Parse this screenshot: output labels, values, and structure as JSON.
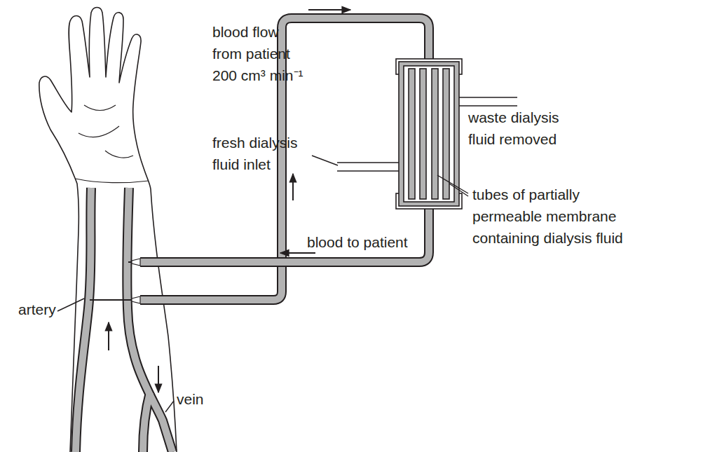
{
  "diagram": {
    "labels": [
      "blood flow from patient",
      "200 cm³ min⁻¹",
      "fresh dialysis fluid inlet",
      "waste dialysis fluid removed",
      "tubes of partially permeable membrane containing dialysis fluid",
      "blood to patient",
      "artery",
      "vein"
    ]
  }
}
